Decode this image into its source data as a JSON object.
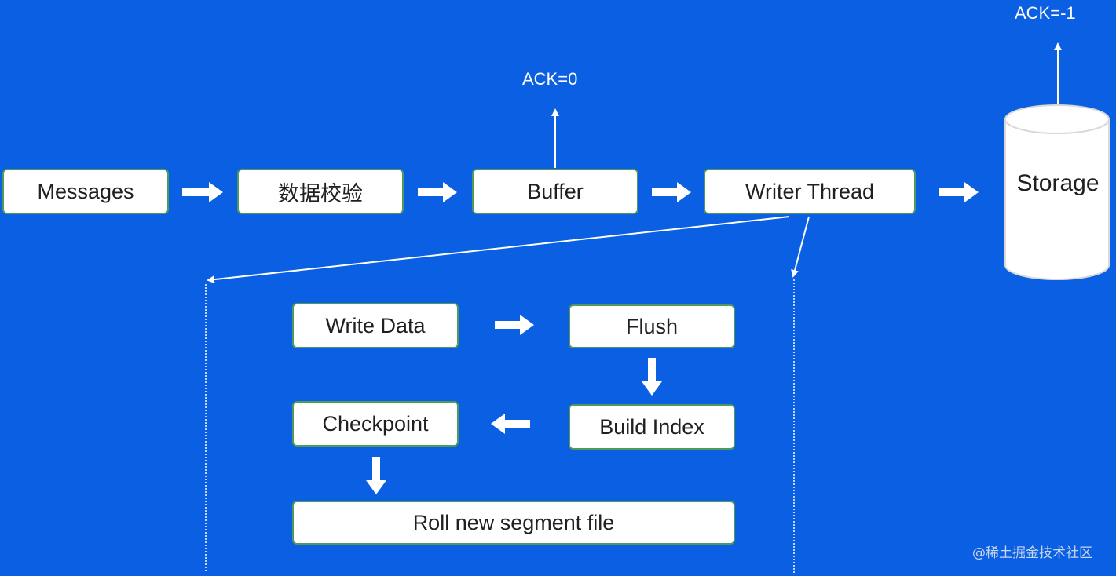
{
  "top_flow": {
    "messages": "Messages",
    "validation": "数据校验",
    "buffer": "Buffer",
    "writer_thread": "Writer Thread",
    "storage": "Storage"
  },
  "ack_labels": {
    "buffer_ack": "ACK=0",
    "storage_ack": "ACK=-1"
  },
  "writer_detail": {
    "write_data": "Write Data",
    "flush": "Flush",
    "build_index": "Build Index",
    "checkpoint": "Checkpoint",
    "roll_segment": "Roll new segment file"
  },
  "watermark": "@稀土掘金技术社区",
  "colors": {
    "background": "#0a5fe3",
    "box_fill": "#ffffff",
    "box_border": "#4f9a5a",
    "arrow": "#ffffff"
  }
}
